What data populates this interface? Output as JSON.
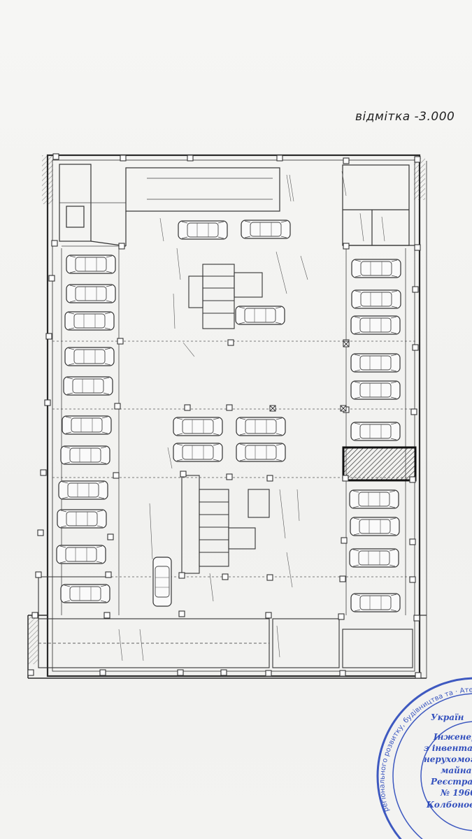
{
  "document": {
    "elevation_label": "відмітка -3.000"
  },
  "stamp": {
    "color": "#1f3fb8",
    "lines": [
      "Україн",
      "Інженер",
      "з інвентаризації",
      "нерухомого",
      "майна",
      "Реєстраційн",
      "№ 1960",
      "Колбонов Іван Вт"
    ]
  },
  "colors": {
    "ink": "#2a2a2a",
    "paper": "#f4f4f2"
  }
}
